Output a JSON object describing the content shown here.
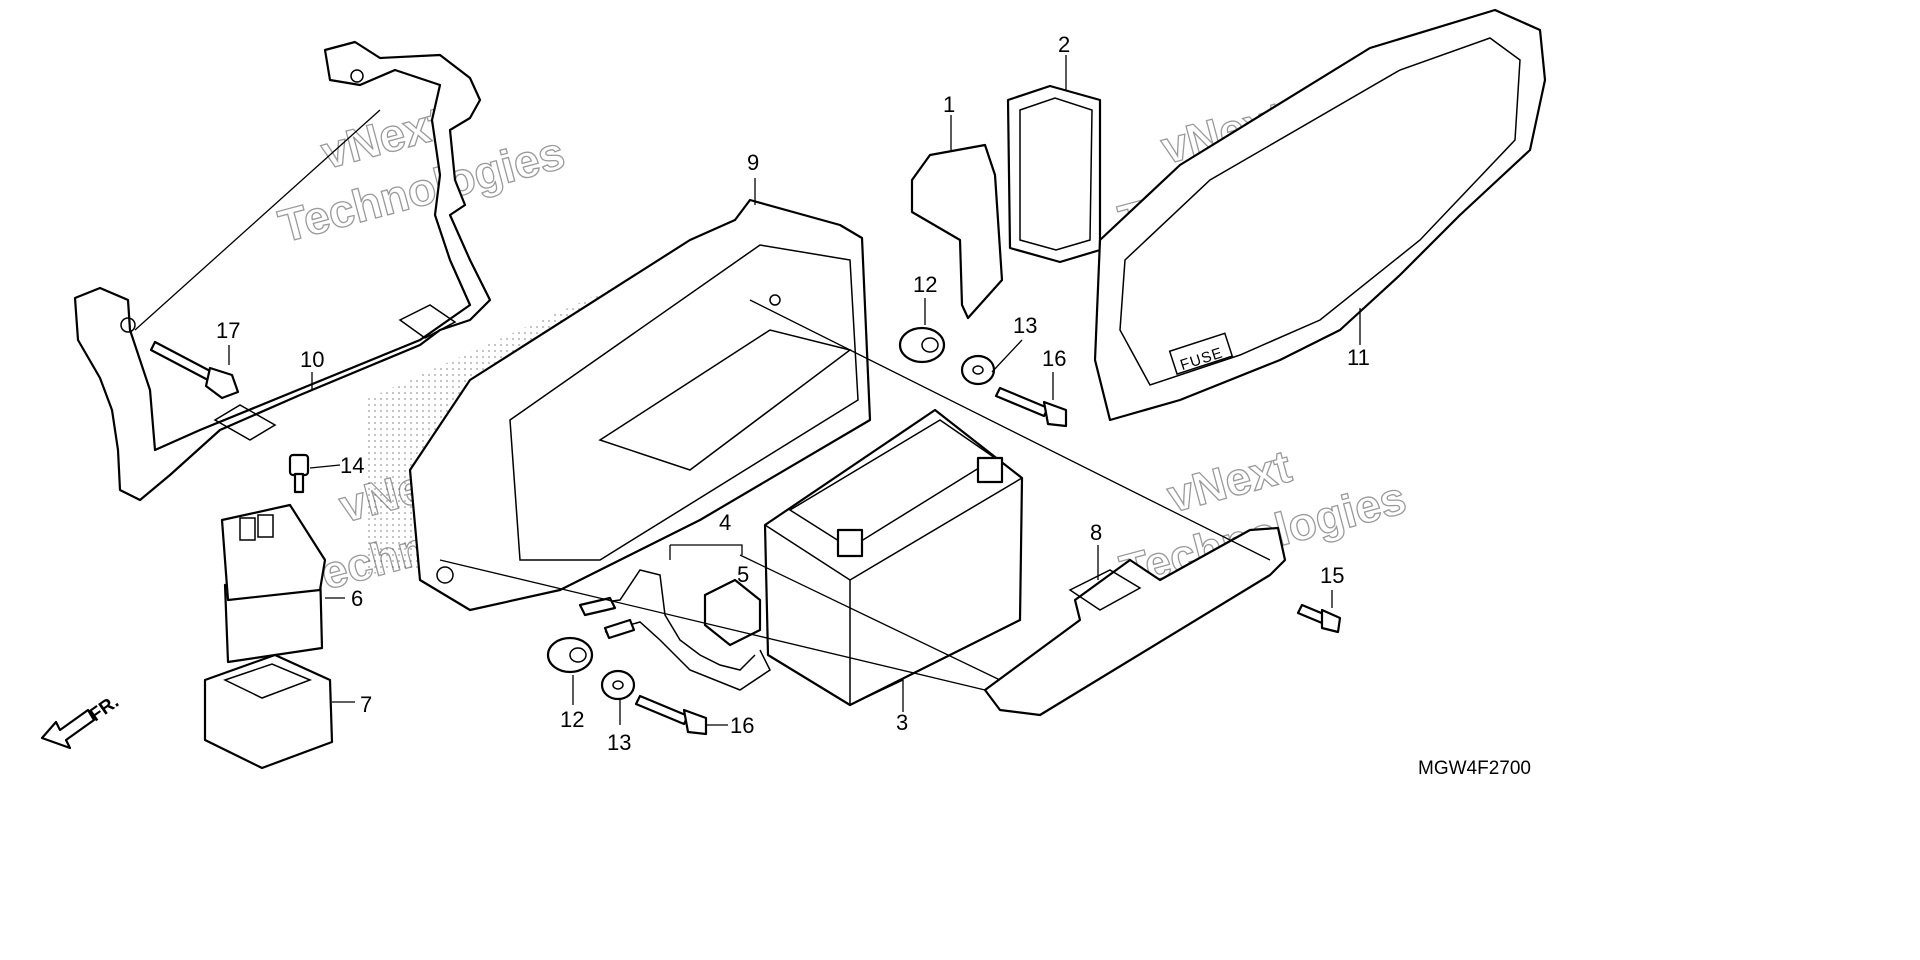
{
  "diagram_code": "MGW4F2700",
  "direction_marker": "FR.",
  "fuse_label": "FUSE",
  "watermark": {
    "line1": "vNext",
    "line2": "Technologies"
  },
  "callouts": {
    "c1": "1",
    "c2": "2",
    "c3": "3",
    "c4": "4",
    "c5": "5",
    "c6": "6",
    "c7": "7",
    "c8": "8",
    "c9": "9",
    "c10": "10",
    "c11": "11",
    "c12a": "12",
    "c12b": "12",
    "c13a": "13",
    "c13b": "13",
    "c14": "14",
    "c15": "15",
    "c16a": "16",
    "c16b": "16",
    "c17": "17"
  }
}
